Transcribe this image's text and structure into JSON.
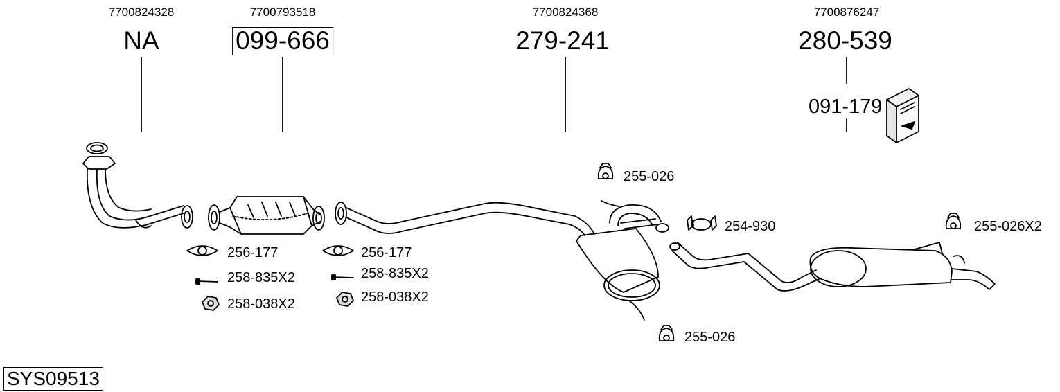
{
  "diagram": {
    "system_id": "SYS09513",
    "main_parts": [
      {
        "oem": "7700824328",
        "part": "NA",
        "boxed": false
      },
      {
        "oem": "7700793518",
        "part": "099-666",
        "boxed": true
      },
      {
        "oem": "7700824368",
        "part": "279-241",
        "boxed": false
      },
      {
        "oem": "7700876247",
        "part": "280-539",
        "boxed": false
      }
    ],
    "fitting_kit": "091-179",
    "accessories": {
      "gasket_1": "256-177",
      "bolt_1": "258-835X2",
      "nut_1": "258-038X2",
      "gasket_2": "256-177",
      "bolt_2": "258-835X2",
      "nut_2": "258-038X2",
      "hanger_top": "255-026",
      "clamp": "254-930",
      "hanger_right": "255-026X2",
      "hanger_bottom": "255-026"
    }
  }
}
